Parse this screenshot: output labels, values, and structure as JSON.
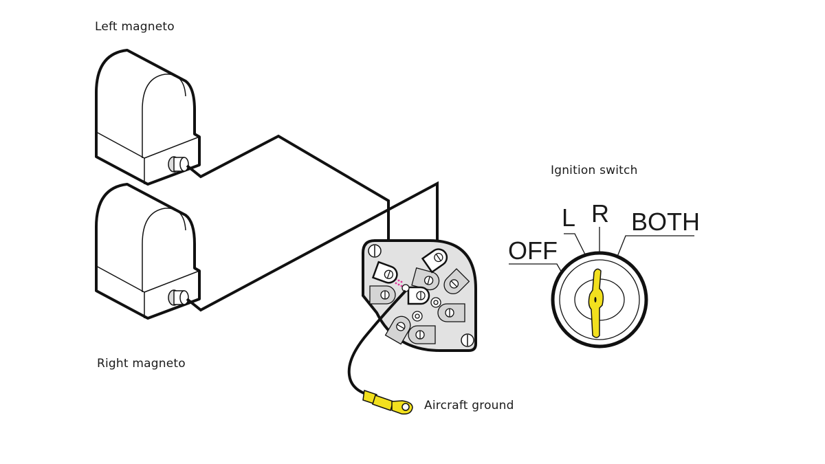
{
  "labels": {
    "left_magneto": "Left magneto",
    "right_magneto": "Right magneto",
    "ignition_switch": "Ignition switch",
    "aircraft_ground": "Aircraft ground"
  },
  "switch_positions": [
    "OFF",
    "L",
    "R",
    "BOTH"
  ],
  "colors": {
    "line": "#111111",
    "switch_plate": "#e2e2e2",
    "terminal_fill": "#d4d4d4",
    "key": "#f2e01e",
    "jumper": "#e0379a",
    "background": "#ffffff"
  }
}
